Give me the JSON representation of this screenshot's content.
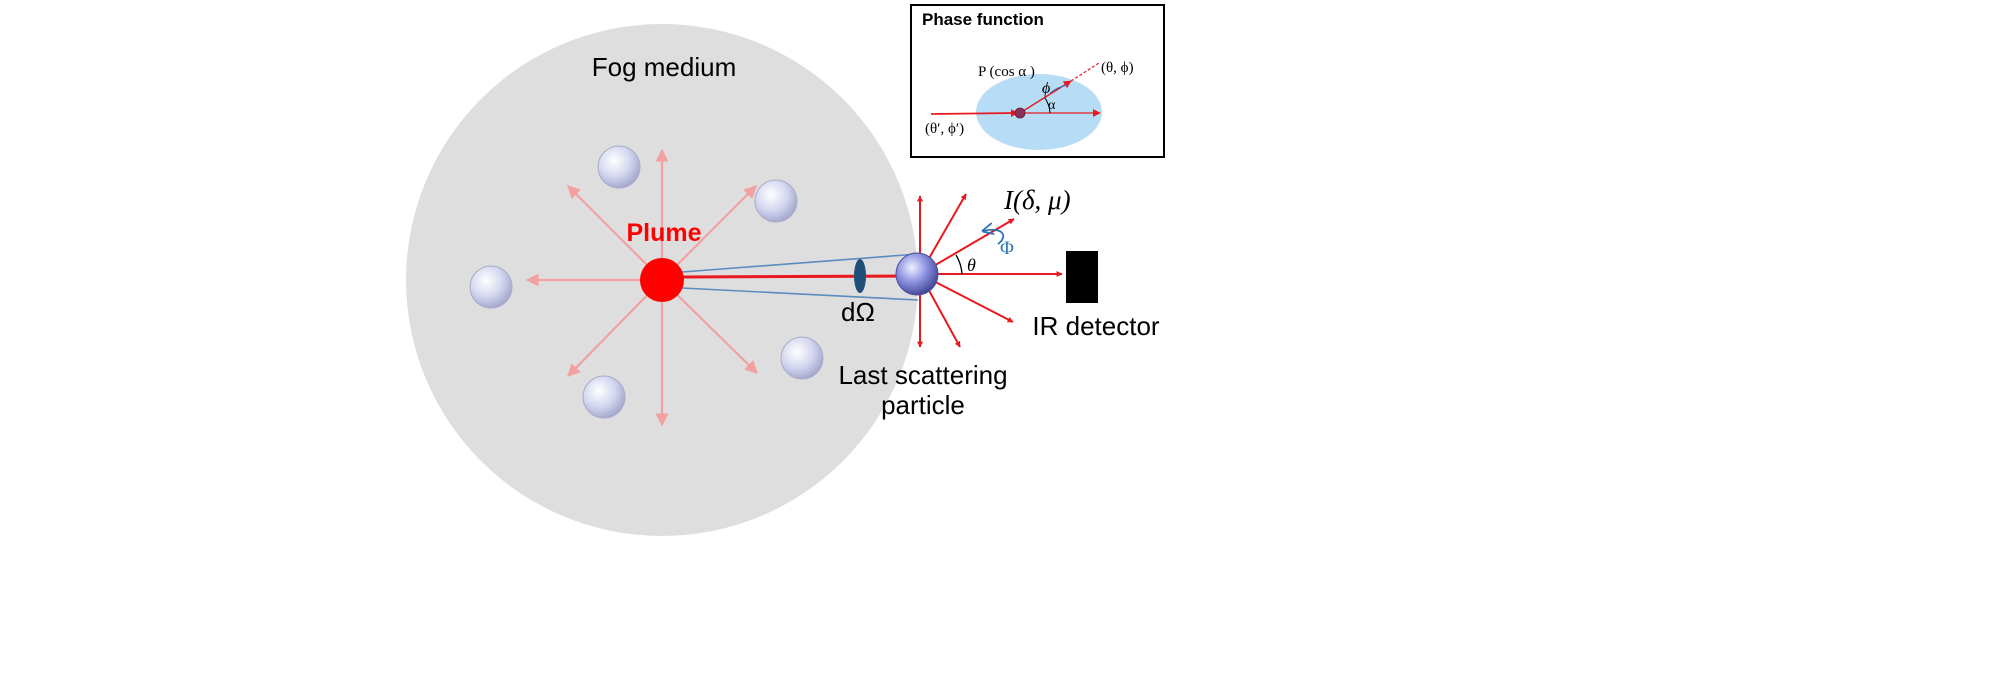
{
  "labels": {
    "fog_medium": "Fog medium",
    "plume": "Plume",
    "solid_angle": "dΩ",
    "last_scattering_line1": "Last scattering",
    "last_scattering_line2": "particle",
    "ir_detector": "IR detector",
    "intensity": "I(δ, μ)",
    "theta": "θ",
    "phi_azimuth": "Φ"
  },
  "inset": {
    "title": "Phase function",
    "p_label": "P (cos α )",
    "out_dir": "(θ, ϕ)",
    "in_dir": "(θ′, ϕ′)",
    "phi": "ϕ",
    "alpha": "α"
  },
  "colors": {
    "fog": "#dedede",
    "plume": "#ff0000",
    "arrow_red": "#e8191e",
    "arrow_faded": "#f2a0a0",
    "cone_blue": "#5b8dc0",
    "lens": "#1f4e79",
    "detector": "#000000",
    "ellipse": "#b7dcf5",
    "phi_blue": "#2e75b6"
  }
}
